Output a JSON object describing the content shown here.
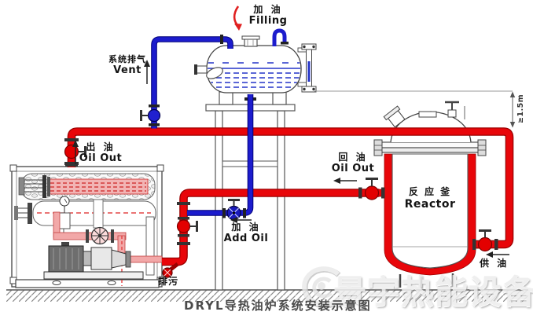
{
  "page": {
    "caption": "DRYL导热油炉系统安装示意图"
  },
  "labels": {
    "filling": {
      "zh": "加 油",
      "en": "Filling"
    },
    "vent": {
      "zh": "系统排气",
      "en": "Vent"
    },
    "oil_out": {
      "zh": "出 油",
      "en": "Oil Out"
    },
    "oil_return": {
      "zh": "回 油",
      "en": "Oil Out"
    },
    "add_oil": {
      "zh": "加 油",
      "en": "Add Oil"
    },
    "blowdown": {
      "zh": "排污"
    },
    "reactor": {
      "zh": "反 应 釜",
      "en": "Reactor"
    },
    "oil_supply": {
      "zh": "供 油"
    },
    "min_height": "≥1.5m"
  },
  "watermark": {
    "text": "景宇热能设备"
  },
  "equipment": {
    "heater": "thermal-oil-heater",
    "tank": "expansion-tank",
    "reactor": "jacketed-reactor",
    "pump": "circulation-pump"
  },
  "colors": {
    "hot_oil_pipe": "#e8060a",
    "pipe_shade": "#9b0000",
    "fill_vent_pipe": "#1c1ccd",
    "blue_shade": "#000078",
    "liquid_level": "#2535c8",
    "line_art": "#444444",
    "caption_text": "#4b4b4b",
    "red_arrow": "#e02020"
  }
}
